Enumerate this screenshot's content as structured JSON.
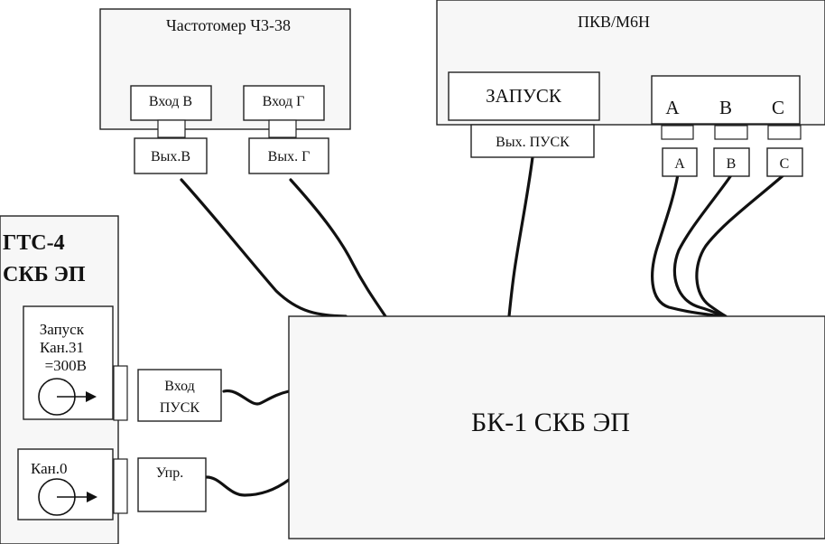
{
  "frequency_meter": {
    "title": "Частотомер Ч3-38",
    "inputs": [
      "Вход В",
      "Вход Г"
    ],
    "outputs": [
      "Вых.В",
      "Вых. Г"
    ]
  },
  "pkv": {
    "title": "ПКВ/М6Н",
    "start_label": "ЗАПУСК",
    "start_output": "Вых. ПУСК",
    "channels": [
      "A",
      "B",
      "C"
    ],
    "channel_plugs": [
      "A",
      "B",
      "C"
    ]
  },
  "gts": {
    "title_line1": "ГТС-4",
    "title_line2": "СКБ ЭП",
    "start_block": [
      "Запуск",
      "Кан.31",
      "=300В"
    ],
    "channel0": "Кан.0"
  },
  "connectors": {
    "start_input_line1": "Вход",
    "start_input_line2": "ПУСК",
    "control": "Упр."
  },
  "main_unit": {
    "label": "БК-1 СКБ ЭП"
  }
}
